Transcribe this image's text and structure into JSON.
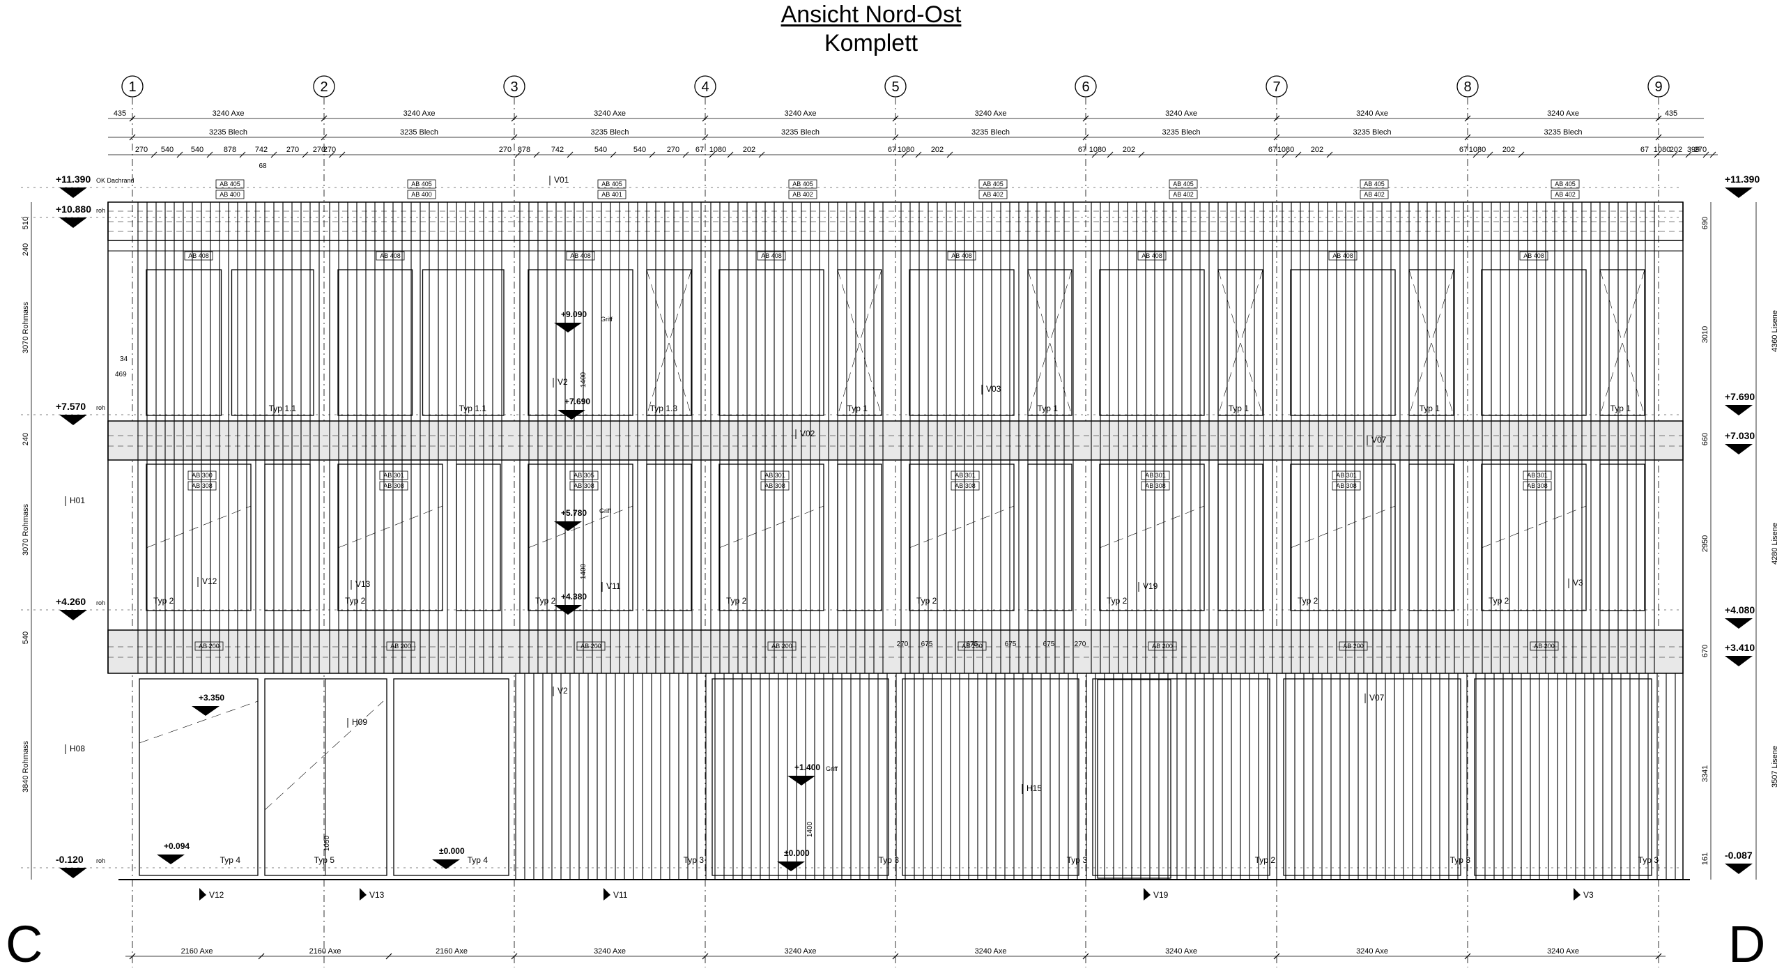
{
  "title": "Ansicht Nord-Ost",
  "subtitle": "Komplett",
  "corners": {
    "left": "C",
    "right": "D"
  },
  "axes": [
    "1",
    "2",
    "3",
    "4",
    "5",
    "6",
    "7",
    "8",
    "9"
  ],
  "top_dims": {
    "edge": "435",
    "axe": "3240 Axe",
    "blech": "3235 Blech",
    "sub": [
      "270",
      "540",
      "540",
      "878",
      "742",
      "270",
      "270",
      "270",
      "270",
      "878",
      "742",
      "540",
      "540",
      "270",
      "67",
      "1080",
      "202",
      "67",
      "1080",
      "202",
      "67",
      "1080",
      "202",
      "67",
      "1080",
      "202",
      "67",
      "1080",
      "202",
      "67",
      "1080",
      "202",
      "399",
      "270",
      "68"
    ]
  },
  "bottom_dims": [
    "2160 Axe",
    "2160 Axe",
    "2160 Axe",
    "3240 Axe",
    "3240 Axe",
    "3240 Axe",
    "3240 Axe",
    "3240 Axe",
    "3240 Axe"
  ],
  "left_levels": [
    {
      "value": "+11.390",
      "note": "OK Dachrand"
    },
    {
      "value": "+10.880",
      "note": "roh"
    },
    {
      "value": "+7.570",
      "note": "roh"
    },
    {
      "value": "+4.260",
      "note": "roh"
    },
    {
      "value": "-0.120",
      "note": "roh"
    }
  ],
  "left_dims": [
    "510",
    "240",
    "3070 Rohmass",
    "240",
    "3070 Rohmass",
    "540",
    "3840 Rohmass"
  ],
  "right_levels": [
    "+11.390",
    "+7.690",
    "+7.030",
    "+4.080",
    "+3.410",
    "-0.087"
  ],
  "right_dims": [
    "690",
    "3010",
    "660",
    "2950",
    "670",
    "3341",
    "161"
  ],
  "right_lisene": [
    "4360 Lisene",
    "4280 Lisene",
    "3507 Lisene"
  ],
  "small_notes": [
    "34",
    "469",
    "68"
  ],
  "upper_tags": {
    "bay1": [
      "AB 405",
      "AB 400"
    ],
    "bay2": [
      "AB 405",
      "AB 400"
    ],
    "bay3": [
      "AB 405",
      "AB 401"
    ],
    "other": [
      "AB 405",
      "AB 402"
    ],
    "lintel": "AB 408"
  },
  "mid_tags": {
    "bay1": [
      "AB 300",
      "AB 308"
    ],
    "bay3": [
      "AB 305",
      "AB 308"
    ],
    "other": [
      "AB 301",
      "AB 308"
    ]
  },
  "ground_tags": [
    "AB 200",
    "AB 200"
  ],
  "window_types_upper": [
    "Typ 1.1",
    "Typ 1.1",
    "Typ 1.3",
    "Typ 1",
    "Typ 1",
    "Typ 1",
    "Typ 1",
    "Typ 1"
  ],
  "window_types_mid": [
    "Typ 2",
    "Typ 2",
    "Typ 2",
    "Typ 2",
    "Typ 2",
    "Typ 2",
    "Typ 2",
    "Typ 2"
  ],
  "window_types_ground": [
    "Typ 4",
    "Typ 5",
    "Typ 4",
    "Typ 3",
    "Typ 3",
    "Typ 3",
    "Typ 2",
    "Typ 3",
    "Typ 3"
  ],
  "interior_levels": [
    "+9.090",
    "+7.690",
    "+5.780",
    "+4.380",
    "+3.350",
    "+0.094",
    "±0.000",
    "+1.400",
    "±0.000"
  ],
  "griff": "Griff",
  "markers": [
    "V01",
    "V2",
    "V02",
    "V03",
    "V07",
    "H01",
    "V12",
    "V13",
    "V11",
    "V19",
    "V3",
    "H08",
    "H09",
    "H15",
    "V2",
    "V07"
  ],
  "section_markers": [
    "V12",
    "V13",
    "V11",
    "V19",
    "V3"
  ],
  "inner_dims": [
    "1400",
    "1400",
    "1050",
    "1400"
  ],
  "level_dims": [
    "270",
    "675",
    "675",
    "675",
    "675",
    "270"
  ]
}
